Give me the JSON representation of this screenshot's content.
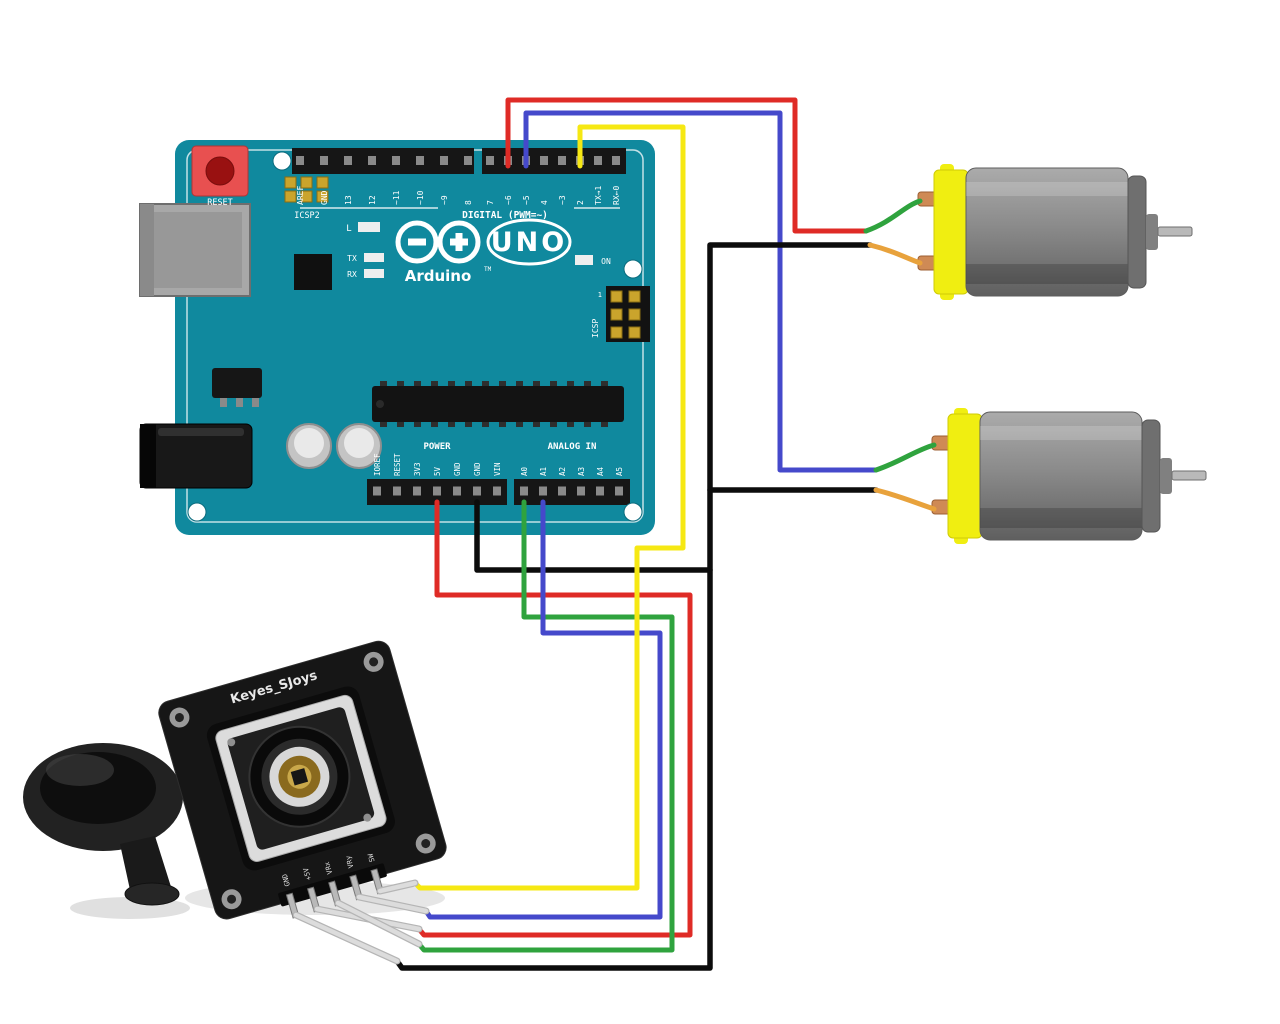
{
  "colors": {
    "background": "#ffffff",
    "board_teal": "#10899e",
    "header_black": "#161616",
    "wire_red": "#df2b26",
    "wire_blue": "#4549cb",
    "wire_yellow": "#f6e813",
    "wire_green": "#2fa33e",
    "wire_black": "#0c0c0c",
    "wire_white": "#dcdcdc",
    "motor_lead_green": "#2fa33e",
    "motor_lead_orange": "#e8a23c",
    "motor_yellow": "#f0ee11",
    "terminal_copper": "#cf8a55"
  },
  "arduino": {
    "reset_label": "RESET",
    "icsp2_label": "ICSP2",
    "digital_section_label": "DIGITAL (PWM=~)",
    "digital_pins_left": [
      "AREF",
      "GND",
      "13",
      "12",
      "~11",
      "~10",
      "~9",
      "8"
    ],
    "digital_pins_right": [
      "7",
      "~6",
      "~5",
      "4",
      "~3",
      "2",
      "TX→1",
      "RX←0"
    ],
    "led_l_label": "L",
    "led_tx_label": "TX",
    "led_rx_label": "RX",
    "led_on_label": "ON",
    "brand": "Arduino",
    "brand_tm": "TM",
    "model": "UNO",
    "icsp_label": "ICSP",
    "icsp_pin1_label": "1",
    "power_section_label": "POWER",
    "power_pins": [
      "IOREF",
      "RESET",
      "3V3",
      "5V",
      "GND",
      "GND",
      "VIN"
    ],
    "analog_section_label": "ANALOG IN",
    "analog_pins": [
      "A0",
      "A1",
      "A2",
      "A3",
      "A4",
      "A5"
    ]
  },
  "joystick": {
    "silkscreen_label": "Keyes_SJoys",
    "pin_labels": [
      "GND",
      "+5V",
      "VRx",
      "VRy",
      "SW"
    ]
  },
  "connections": [
    {
      "wire": "red",
      "from": "arduino-digital-~6",
      "to": "motor-top-green-lead"
    },
    {
      "wire": "blue",
      "from": "arduino-digital-~5",
      "to": "motor-bottom-green-lead"
    },
    {
      "wire": "yellow",
      "from": "arduino-digital-2",
      "to": "joystick-SW"
    },
    {
      "wire": "black",
      "from": "arduino-power-GND",
      "to": "motor-top-orange-lead; motor-bottom-orange-lead; joystick-GND"
    },
    {
      "wire": "red",
      "from": "arduino-power-5V",
      "to": "joystick-+5V"
    },
    {
      "wire": "green",
      "from": "arduino-analog-A0",
      "to": "joystick-VRx"
    },
    {
      "wire": "blue",
      "from": "arduino-analog-A1",
      "to": "joystick-VRy"
    }
  ]
}
